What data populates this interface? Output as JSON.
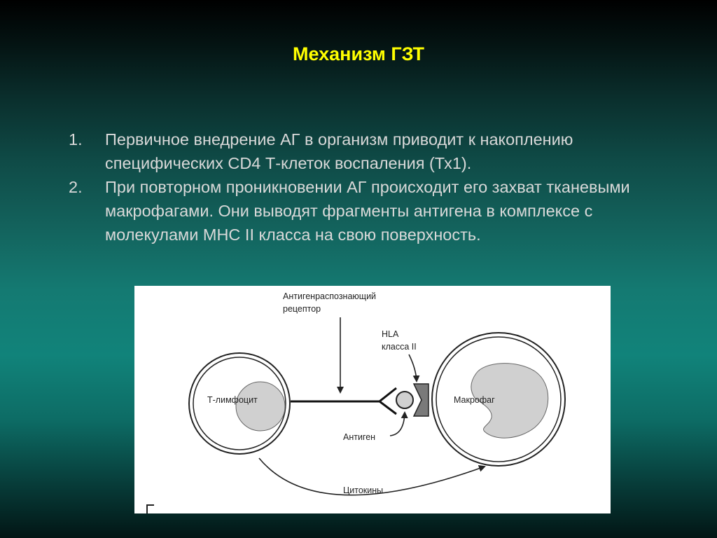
{
  "slide": {
    "title": "Механизм ГЗТ",
    "points": [
      {
        "number": "1.",
        "text": "Первичное внедрение АГ в организм приводит к накоплению специфических CD4 Т-клеток воспаления (Тх1)."
      },
      {
        "number": "2.",
        "text": "При повторном проникновении АГ происходит его захват тканевыми макрофагами. Они выводят фрагменты антигена в комплексе с молекулами MHC II класса на свою поверхность."
      }
    ]
  },
  "diagram": {
    "labels": {
      "receptor_line1": "Антигенраспознающий",
      "receptor_line2": "рецептор",
      "hla_line1": "HLA",
      "hla_line2": "класса II",
      "t_cell": "Т-лимфоцит",
      "macrophage": "Макрофаг",
      "antigen": "Антиген",
      "cytokines": "Цитокины"
    }
  }
}
